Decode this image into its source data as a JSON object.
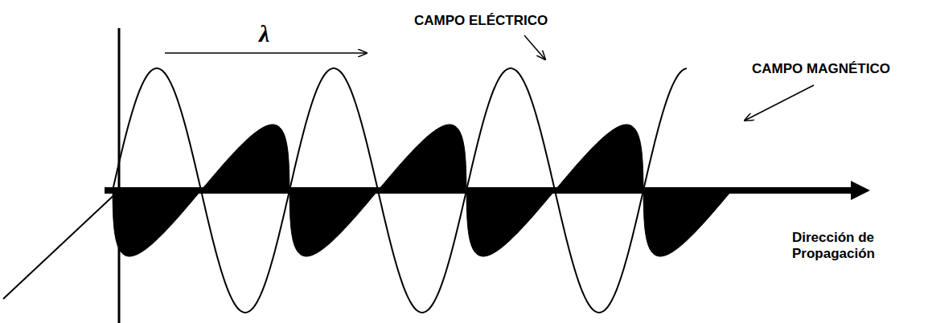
{
  "diagram": {
    "labels": [
      "λ",
      "CAMPO ELÉCTRICO",
      "CAMPO MAGNÉTICO",
      "Dirección de Propagación"
    ]
  }
}
